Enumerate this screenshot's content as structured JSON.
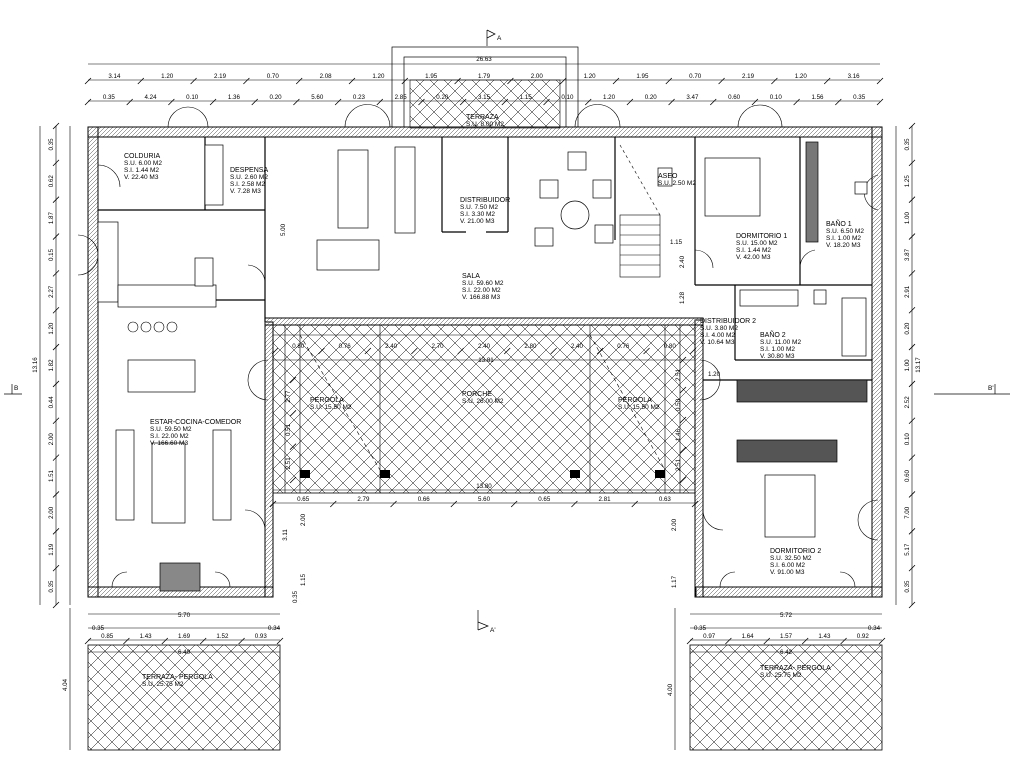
{
  "plan": {
    "section_marks": {
      "a_top": "A",
      "a_bottom": "A'",
      "b_left": "B",
      "b_right": "B'"
    },
    "rooms": [
      {
        "id": "colduria",
        "name": "COLDURIA",
        "lines": [
          "S.U.  6.00 M2",
          "S.I.  1.44 M2",
          "V.   22.40 M3"
        ]
      },
      {
        "id": "despensa",
        "name": "DESPENSA",
        "lines": [
          "S.U.  2.60 M2",
          "S.I.  2.58 M2",
          "V.   7.28 M3"
        ]
      },
      {
        "id": "terraza_top",
        "name": "TERRAZA",
        "lines": [
          "S.U.  8.00 M2"
        ]
      },
      {
        "id": "distribuidor",
        "name": "DISTRIBUIDOR",
        "lines": [
          "S.U.  7.50 M2",
          "S.I.  3.30 M2",
          "V.   21.00 M3"
        ]
      },
      {
        "id": "aseo",
        "name": "ASEO",
        "lines": [
          "S.U.  2.50 M2"
        ]
      },
      {
        "id": "dormitorio1",
        "name": "DORMITORIO 1",
        "lines": [
          "S.U.  15.00 M2",
          "S.I.  1.44 M2",
          "V.   42.00 M3"
        ]
      },
      {
        "id": "bano1",
        "name": "BAÑO 1",
        "lines": [
          "S.U.  6.50 M2",
          "S.I.  1.00 M2",
          "V.   18.20 M3"
        ]
      },
      {
        "id": "sala",
        "name": "SALA",
        "lines": [
          "S.U.  59.60 M2",
          "S.I.  22.00 M2",
          "V.   166.88 M3"
        ]
      },
      {
        "id": "distribuidor2",
        "name": "DISTRIBUIDOR 2",
        "lines": [
          "S.U.  3.80 M2",
          "S.I.  4.00 M2",
          "V.   10.64 M3"
        ]
      },
      {
        "id": "bano2",
        "name": "BAÑO 2",
        "lines": [
          "S.U.  11.00 M2",
          "S.I.  1.00 M2",
          "V.   30.80 M3"
        ]
      },
      {
        "id": "pergola_l",
        "name": "PERGOLA",
        "lines": [
          "S.U.  15.50 M2"
        ]
      },
      {
        "id": "porche",
        "name": "PORCHE",
        "lines": [
          "S.U.  26.00 M2"
        ]
      },
      {
        "id": "pergola_r",
        "name": "PERGOLA",
        "lines": [
          "S.U.  15.50 M2"
        ]
      },
      {
        "id": "estar",
        "name": "ESTAR-COCINA-COMEDOR",
        "lines": [
          "S.U.  59.50 M2",
          "S.I.  22.00 M2",
          "V.   166.60 M3"
        ]
      },
      {
        "id": "dormitorio2",
        "name": "DORMITORIO 2",
        "lines": [
          "S.U.  32.50 M2",
          "S.I.  6.00 M2",
          "V.   91.00 M3"
        ]
      },
      {
        "id": "terraza_l",
        "name": "TERRAZA- PERGOLA",
        "lines": [
          "S.U.  25.75 M2"
        ]
      },
      {
        "id": "terraza_r",
        "name": "TERRAZA- PERGOLA",
        "lines": [
          "S.U.  25.75 M2"
        ]
      }
    ],
    "dims_top_total": "26.63",
    "dims_top_row1": [
      "3.14",
      "1.20",
      "2.19",
      "0.70",
      "2.08",
      "1.20",
      "1.95",
      "1.79",
      "2.00",
      "1.20",
      "1.95",
      "0.70",
      "2.19",
      "1.20",
      "3.16"
    ],
    "dims_top_row2": [
      "0.35",
      "4.24",
      "0.10",
      "1.36",
      "0.20",
      "5.60",
      "0.23",
      "2.85",
      "0.20",
      "3.15",
      "1.15",
      "0.10",
      "1.20",
      "0.20",
      "3.47",
      "0.60",
      "0.10",
      "1.56",
      "0.35"
    ],
    "dims_left_outer": [
      "13.16"
    ],
    "dims_left_inner": [
      "0.35",
      "0.62",
      "1.87",
      "0.15",
      "2.27",
      "1.20",
      "1.82",
      "0.44",
      "2.00",
      "1.51",
      "2.00",
      "1.19",
      "0.35"
    ],
    "dims_right_outer": [
      "13.17"
    ],
    "dims_right_inner": [
      "0.35",
      "1.25",
      "1.00",
      "3.87",
      "2.91",
      "0.20",
      "1.00",
      "2.52",
      "0.10",
      "0.60",
      "7.00",
      "5.17",
      "0.35"
    ],
    "dims_porche_top": [
      "0.80",
      "0.76",
      "2.40",
      "2.70",
      "2.40",
      "2.80",
      "2.40",
      "0.76",
      "0.80"
    ],
    "dims_porche_inner": "13.81",
    "dims_porche_bottom_total": "13.80",
    "dims_porche_bottom": [
      "0.65",
      "2.79",
      "0.66",
      "5.60",
      "0.65",
      "2.81",
      "0.63"
    ],
    "dims_porche_side_l": [
      "2.77",
      "0.51",
      "2.51"
    ],
    "dims_porche_side_r": [
      "2.51",
      "0.50",
      "1.46",
      "2.51"
    ],
    "dims_misc": {
      "d500": "5.00",
      "d115": "1.15",
      "d240": "2.40",
      "d128": "1.28",
      "d120": "1.20",
      "d311": "3.11",
      "d200a": "2.00",
      "d115b": "1.15",
      "d035": "0.35",
      "d200b": "2.00",
      "d117": "1.17"
    },
    "dims_terr_l": {
      "total": "5.70",
      "top": "0.35",
      "row": [
        "0.85",
        "1.43",
        "1.69",
        "1.52",
        "0.93"
      ],
      "right": "0.34",
      "width": "6.40",
      "height": "4.04"
    },
    "dims_terr_r": {
      "total": "5.72",
      "top": "0.35",
      "row": [
        "0.97",
        "1.64",
        "1.57",
        "1.43",
        "0.92"
      ],
      "right": "0.34",
      "width": "6.42",
      "height": "4.00"
    }
  }
}
